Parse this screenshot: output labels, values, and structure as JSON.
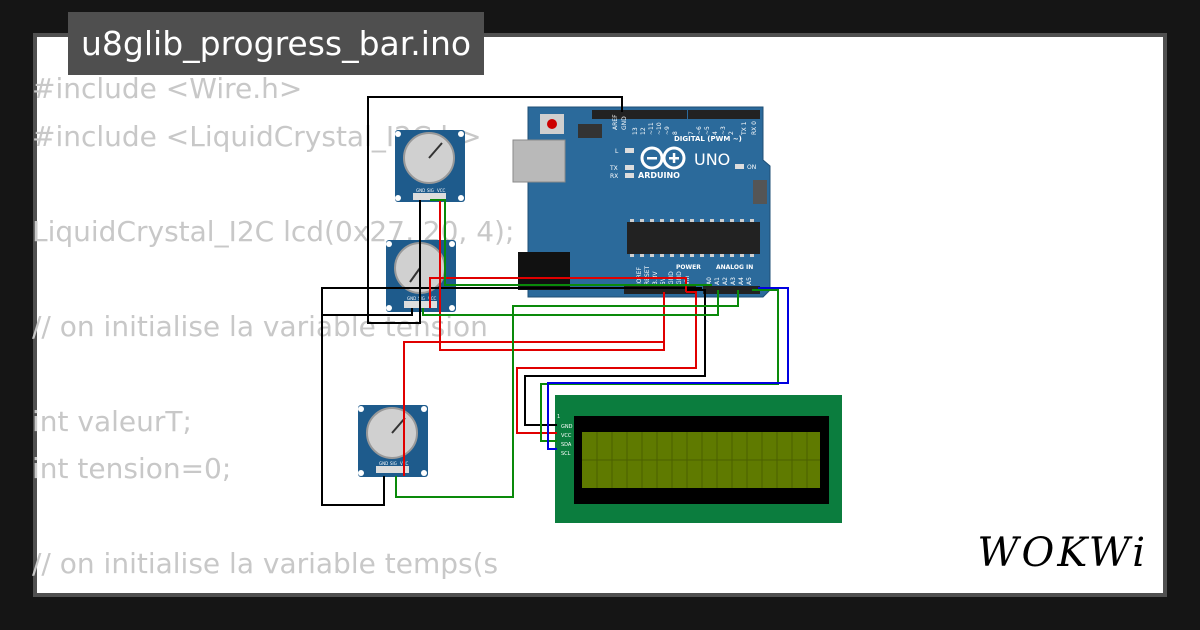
{
  "title": "u8glib_progress_bar.ino",
  "brand": "WOKWi",
  "code_lines": [
    "#include <Wire.h>",
    "#include <LiquidCrystal_I2C.h>",
    "",
    "LiquidCrystal_I2C lcd(0x27, 20, 4);",
    "",
    "// on initialise la variable tension",
    "",
    "int valeurT;",
    "int tension=0;",
    "",
    "// on initialise la variable temps(s"
  ],
  "arduino": {
    "model": "UNO",
    "brand": "ARDUINO",
    "digital_label": "DIGITAL (PWM ~)",
    "analog_label": "ANALOG IN",
    "power_label": "POWER",
    "aref": "AREF",
    "gnd": "GND",
    "on": "ON",
    "led_l": "L",
    "led_tx": "TX",
    "led_rx": "RX",
    "digital_pins": [
      "13",
      "12",
      "~11",
      "~10",
      "~9",
      "8",
      "7",
      "~6",
      "~5",
      "4",
      "~3",
      "2",
      "TX 1",
      "RX 0"
    ],
    "power_pins": [
      "IOREF",
      "RESET",
      "3.3V",
      "5V",
      "GND",
      "GND",
      "Vin"
    ],
    "analog_pins": [
      "A0",
      "A1",
      "A2",
      "A3",
      "A4",
      "A5"
    ]
  },
  "potentiometer_pins": [
    "GND",
    "SIG",
    "VCC"
  ],
  "lcd_pins": [
    "GND",
    "VCC",
    "SDA",
    "SCL"
  ],
  "colors": {
    "background": "#151515",
    "card": "#ffffff",
    "title_bg": "#4f4f4f",
    "arduino_blue": "#2b6a9b",
    "pot_blue": "#1e5b8c",
    "lcd_green": "#0b7d3e",
    "lcd_screen": "#5f7a00",
    "wire_black": "#000000",
    "wire_red": "#e00000",
    "wire_green": "#0a8a0a",
    "wire_blue": "#0000e0"
  }
}
